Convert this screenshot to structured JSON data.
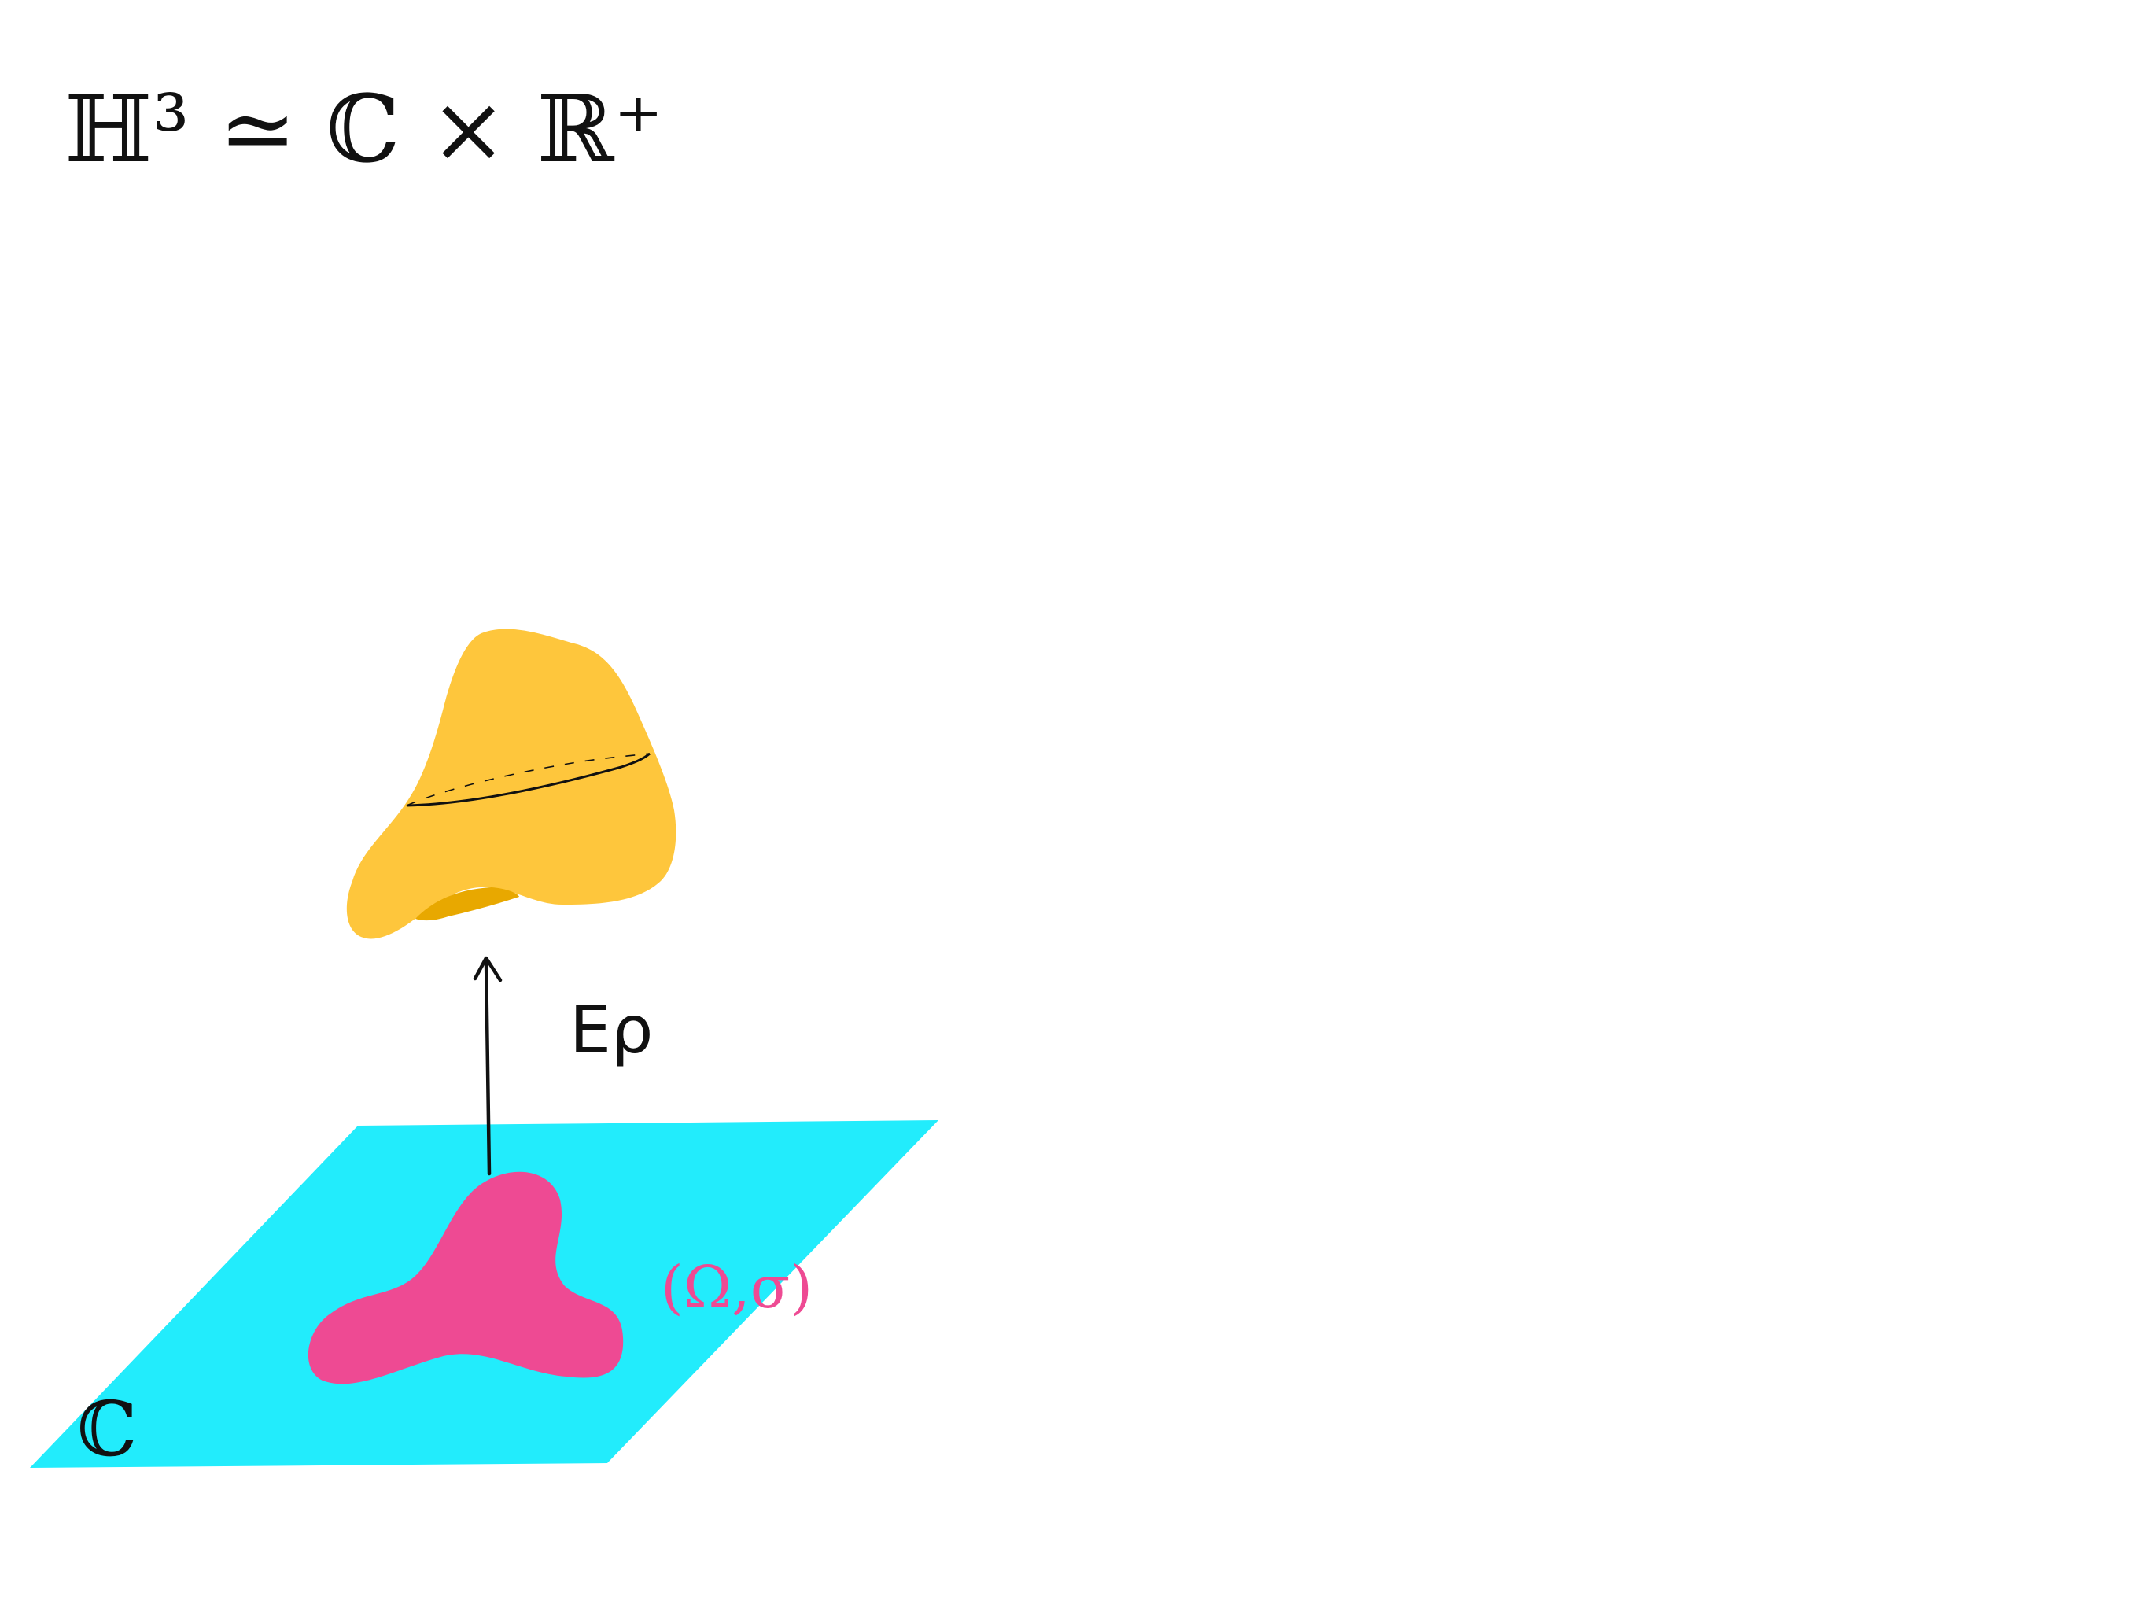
{
  "header": {
    "formula": "ℍ³ ≃ ℂ × ℝ⁺"
  },
  "labels": {
    "map": "Eρ",
    "domain": "(Ω,σ)",
    "plane": "ℂ"
  },
  "colors": {
    "plane": "#22ecfc",
    "domain": "#ee4a93",
    "surface": "#fec63c",
    "surface_shadow": "#e8a800",
    "ink": "#111111"
  }
}
